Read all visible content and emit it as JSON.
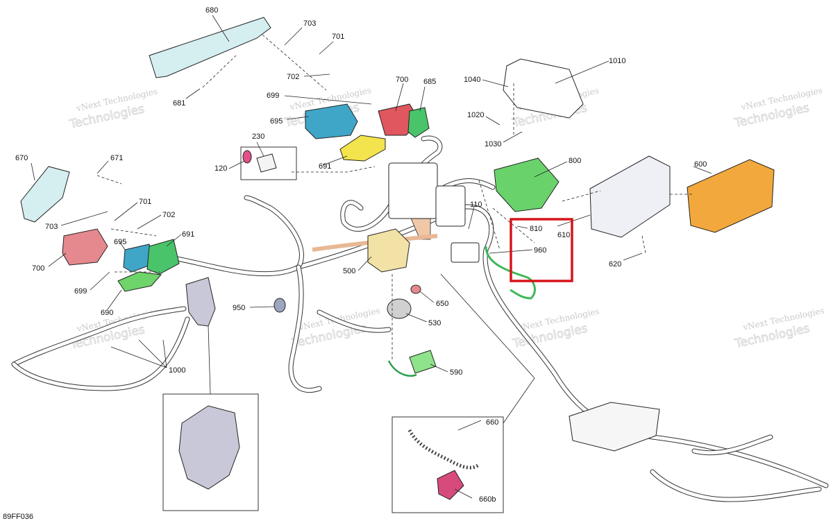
{
  "diagram": {
    "drawing_code": "89FF036",
    "highlight_color": "#d8131a",
    "watermark": {
      "line1": "vNext Technologies",
      "line2": "Technologies"
    },
    "labels": {
      "p680": "680",
      "p703a": "703",
      "p701a": "701",
      "p702a": "702",
      "p681": "681",
      "p699a": "699",
      "p700a": "700",
      "p685": "685",
      "p695a": "695",
      "p230": "230",
      "p120": "120",
      "p691a": "691",
      "p670": "670",
      "p671": "671",
      "p701b": "701",
      "p703b": "703",
      "p702b": "702",
      "p691b": "691",
      "p695b": "695",
      "p700b": "700",
      "p699b": "699",
      "p690": "690",
      "p1000": "1000",
      "p950": "950",
      "p500": "500",
      "p650": "650",
      "p530": "530",
      "p590": "590",
      "p660": "660",
      "p660b": "660b",
      "p110": "110",
      "p810": "810",
      "p960": "960",
      "p610": "610",
      "p620": "620",
      "p600": "600",
      "p800": "800",
      "p1010": "1010",
      "p1040": "1040",
      "p1020": "1020",
      "p1030": "1030"
    }
  }
}
